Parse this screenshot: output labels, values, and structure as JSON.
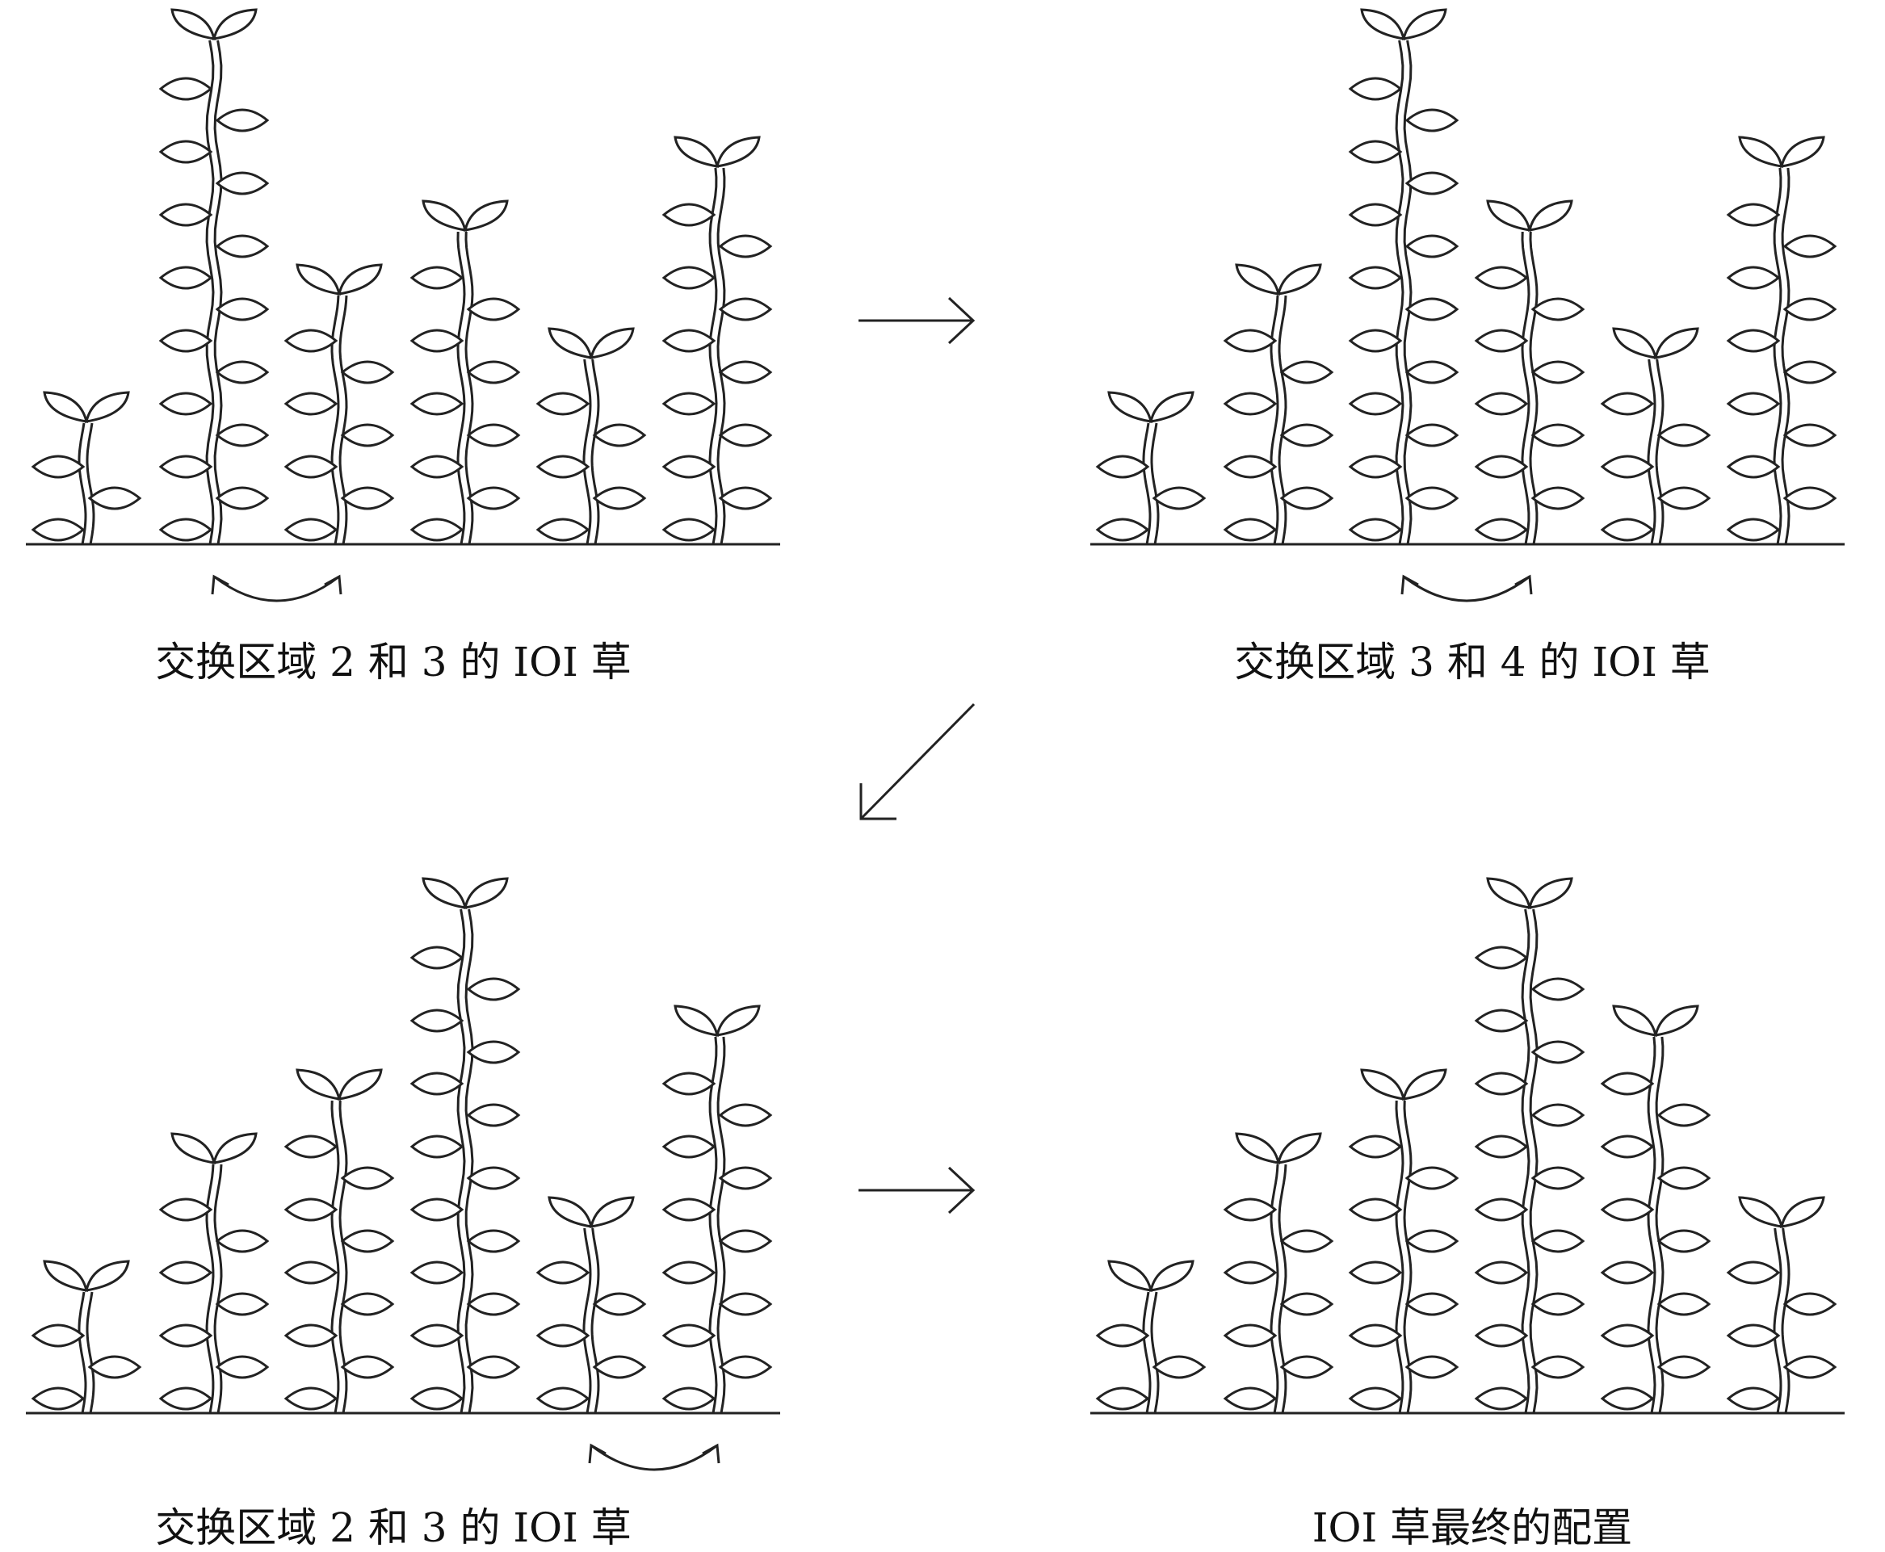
{
  "colors": {
    "ink": "#222222",
    "background": "#ffffff"
  },
  "panels": [
    {
      "id": "top-left",
      "heights": [
        2,
        8,
        4,
        5,
        3,
        6
      ],
      "swap": [
        1,
        2
      ],
      "caption": "交换区域 2 和 3 的 IOI 草"
    },
    {
      "id": "top-right",
      "heights": [
        2,
        4,
        8,
        5,
        3,
        6
      ],
      "swap": [
        2,
        3
      ],
      "caption": "交换区域 3 和 4 的 IOI 草"
    },
    {
      "id": "bottom-left",
      "heights": [
        2,
        4,
        5,
        8,
        3,
        6
      ],
      "swap": [
        4,
        5
      ],
      "caption": "交换区域 2 和 3 的 IOI 草"
    },
    {
      "id": "bottom-right",
      "heights": [
        2,
        4,
        5,
        8,
        6,
        3
      ],
      "swap": null,
      "caption": "IOI 草最终的配置"
    }
  ],
  "arrows": [
    {
      "id": "arrow-top-left-to-top-right",
      "direction": "right"
    },
    {
      "id": "arrow-top-right-to-bottom-left",
      "direction": "down-left"
    },
    {
      "id": "arrow-bottom-left-to-bottom-right",
      "direction": "right"
    }
  ]
}
